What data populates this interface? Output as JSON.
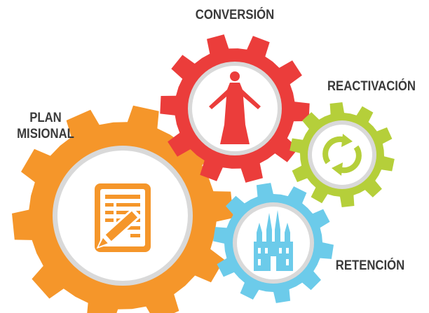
{
  "labels": {
    "conversion": "CONVERSIÓN",
    "reactivation": "REACTIVACIÓN",
    "plan_line1": "PLAN",
    "plan_line2": "MISIONAL",
    "retention": "RETENCIÓN"
  },
  "gears": {
    "plan": {
      "color": "#F5962A",
      "icon": "document-pencil-icon"
    },
    "conversion": {
      "color": "#EB3D3B",
      "icon": "christus-statue-icon"
    },
    "reactivation": {
      "color": "#B5CF3A",
      "icon": "recycle-arrows-icon"
    },
    "retention": {
      "color": "#6CCBEA",
      "icon": "temple-icon"
    }
  },
  "colors": {
    "label_text": "#3a3a3a",
    "inner_ring": "#D9D9D9",
    "inner_fill": "#FFFFFF"
  }
}
